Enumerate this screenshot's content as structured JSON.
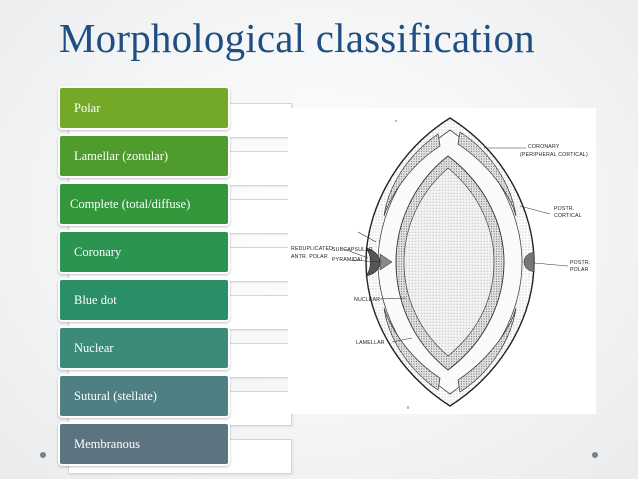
{
  "slide": {
    "title": "Morphological classification",
    "items": [
      {
        "label": "Polar",
        "color": "#74a928"
      },
      {
        "label": "Lamellar (zonular)",
        "color": "#4f9b2c"
      },
      {
        "label": "Complete (total/diffuse)",
        "color": "#32963b"
      },
      {
        "label": "Coronary",
        "color": "#2b9450"
      },
      {
        "label": "Blue dot",
        "color": "#2a8f66"
      },
      {
        "label": "Nuclear",
        "color": "#3b8a7a"
      },
      {
        "label": "Sutural (stellate)",
        "color": "#4e7f83"
      },
      {
        "label": "Membranous",
        "color": "#5b7480"
      }
    ]
  },
  "diagram": {
    "labels": {
      "coronary": "CORONARY",
      "peripheral_cortical": "(PERIPHERAL CORTICAL)",
      "post_cortical_1": "POSTR.",
      "post_cortical_2": "CORTICAL",
      "post_polar_1": "POSTR.",
      "post_polar_2": "POLAR",
      "reduplicated": "REDUPLICATED",
      "antr_polar": "ANTR. POLAR",
      "subcapsular": "SUBCAPSULAR",
      "pyramidal": "PYRAMIDAL",
      "nuclear": "NUCLEAR",
      "lamellar": "LAMELLAR"
    }
  }
}
